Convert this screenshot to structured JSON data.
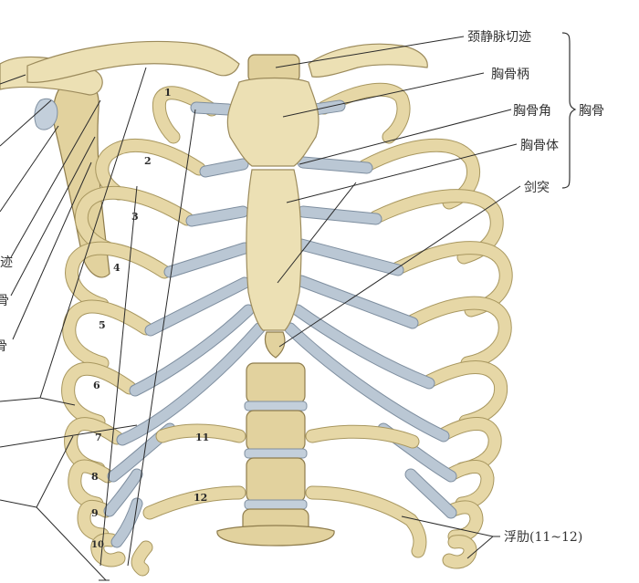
{
  "labels": {
    "jugular_notch": "颈静脉切迹",
    "manubrium": "胸骨柄",
    "sternal_angle": "胸骨角",
    "sternum_body": "胸骨体",
    "xiphoid": "剑突",
    "sternum_group": "胸骨",
    "floating_ribs": "浮肋(11~12)"
  },
  "cropped_left_labels": [
    "迹",
    "骨",
    "骨"
  ],
  "rib_numbers": [
    "1",
    "2",
    "3",
    "4",
    "5",
    "6",
    "7",
    "8",
    "9",
    "10",
    "11",
    "12"
  ]
}
